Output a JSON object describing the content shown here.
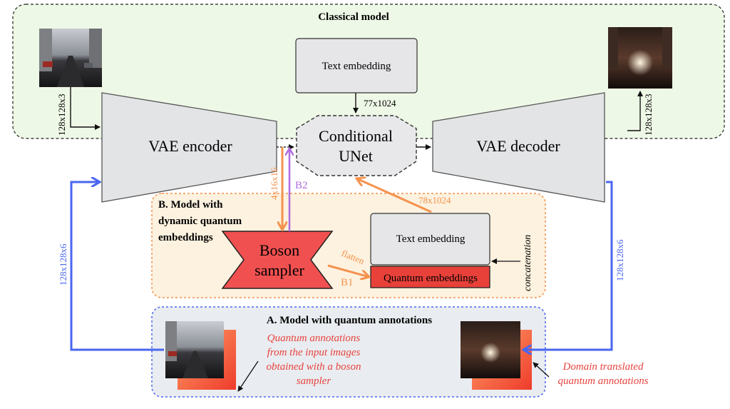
{
  "classical": {
    "title": "Classical model",
    "text_embedding": "Text embedding",
    "text_dim": "77x1024",
    "encoder": "VAE encoder",
    "unet_line1": "Conditional",
    "unet_line2": "UNet",
    "decoder": "VAE decoder",
    "input_dim": "128x128x3",
    "output_dim": "128x128x3"
  },
  "section_b": {
    "title_line1": "B. Model with",
    "title_line2": "dynamic quantum",
    "title_line3": "embeddings",
    "boson_line1": "Boson",
    "boson_line2": "sampler",
    "latent_dim": "4x16x16",
    "b2": "B2",
    "b1": "B1",
    "flatten": "flatten",
    "text_embedding": "Text embedding",
    "quantum_embeddings": "Quantum embeddings",
    "concat": "concatenation",
    "cond_dim": "78x1024"
  },
  "section_a": {
    "title": "A. Model with quantum annotations",
    "left_dim": "128x128x6",
    "right_dim": "128x128x6",
    "annot_line1": "Quantum annotations",
    "annot_line2": "from the input images",
    "annot_line3": "obtained with a boson",
    "annot_line4": "sampler",
    "domain_line1": "Domain translated",
    "domain_line2": "quantum annotations"
  },
  "colors": {
    "orange": "#f5924e",
    "purple": "#b06be0",
    "blue": "#4a66f0",
    "red_box": "#f05050",
    "annot_red": "#e8433d"
  }
}
